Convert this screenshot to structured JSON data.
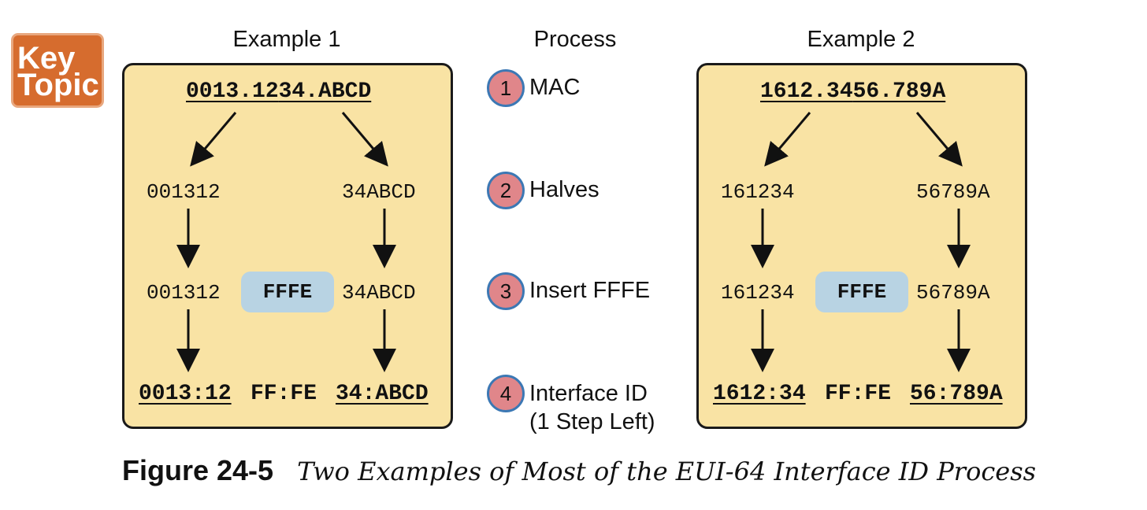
{
  "badge": {
    "line1": "Key",
    "line2": "Topic"
  },
  "process": {
    "title": "Process",
    "steps": [
      {
        "num": "1",
        "label": "MAC"
      },
      {
        "num": "2",
        "label": "Halves"
      },
      {
        "num": "3",
        "label": "Insert FFFE"
      },
      {
        "num": "4",
        "label": "Interface ID",
        "label2": "(1 Step Left)"
      }
    ]
  },
  "example1": {
    "title": "Example 1",
    "mac_a": "0013.12",
    "mac_b": "34.ABCD",
    "left_half": "001312",
    "right_half": "34ABCD",
    "insert": "FFFE",
    "iid_left": "0013:12",
    "iid_mid": "FF:FE",
    "iid_right": "34:ABCD"
  },
  "example2": {
    "title": "Example 2",
    "mac_a": "1612.34",
    "mac_b": "56.789A",
    "left_half": "161234",
    "right_half": "56789A",
    "insert": "FFFE",
    "iid_left": "1612:34",
    "iid_mid": "FF:FE",
    "iid_right": "56:789A"
  },
  "caption": {
    "label": "Figure 24-5",
    "text": "Two Examples of Most of the EUI-64 Interface ID Process"
  }
}
